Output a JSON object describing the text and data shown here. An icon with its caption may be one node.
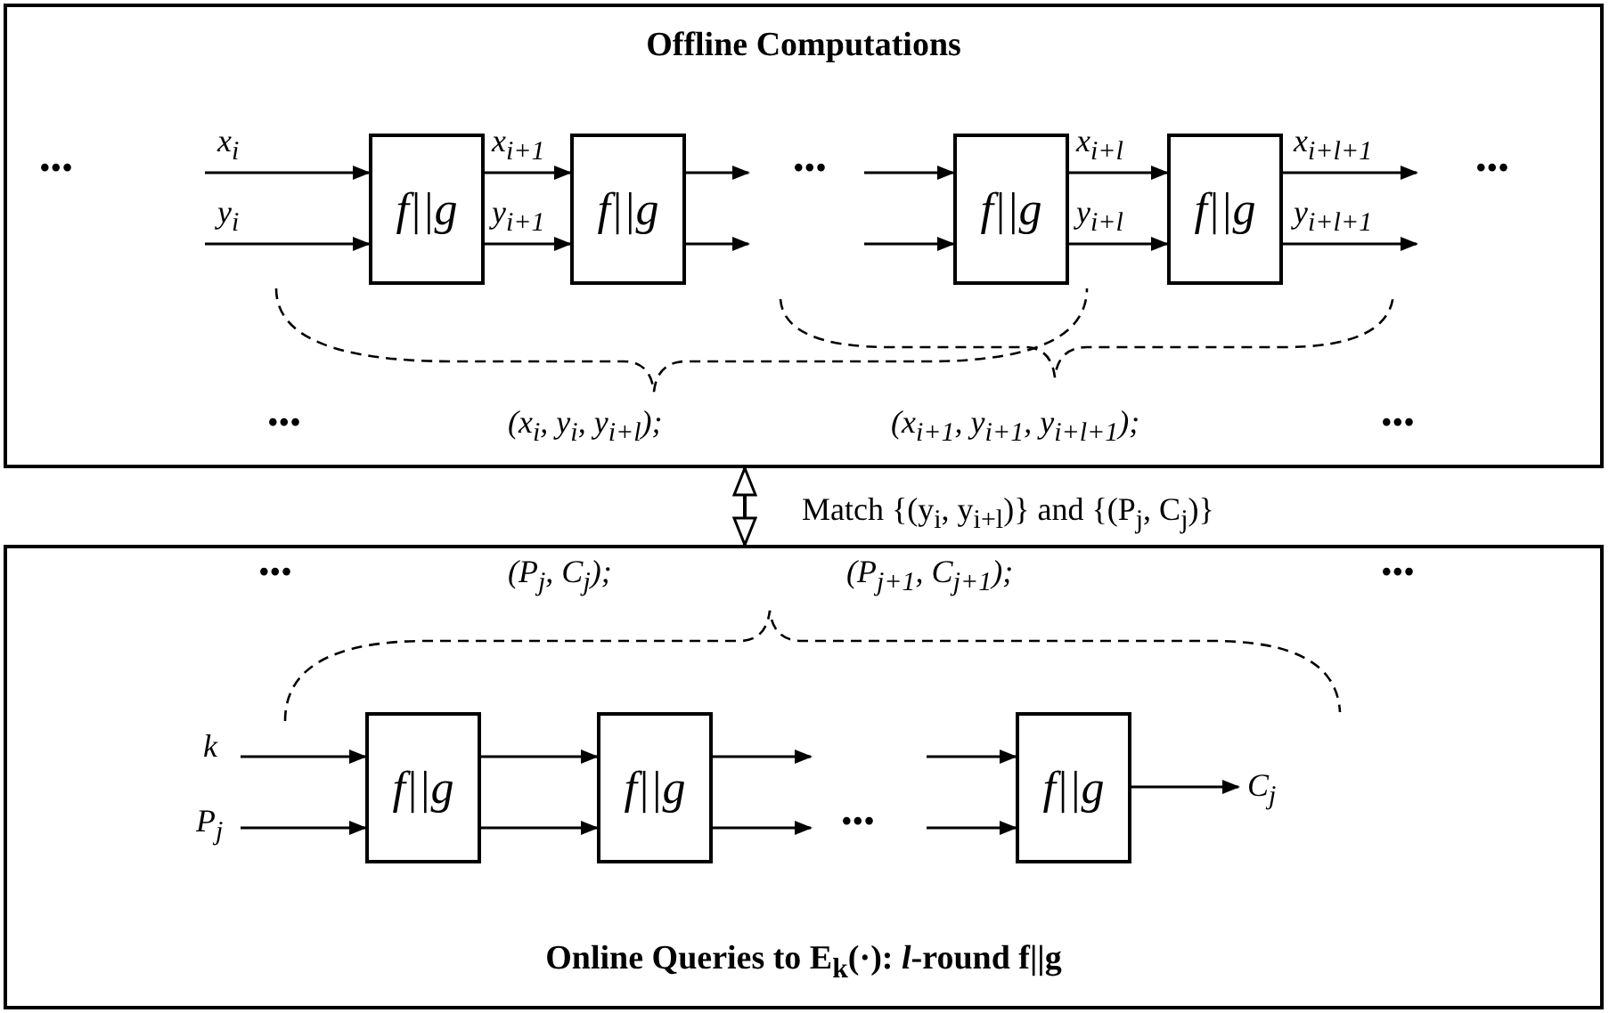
{
  "diagram": {
    "nodes": [
      {
        "text": [
          "Offline Computations"
        ]
      },
      {
        "text": [
          "f||g"
        ],
        "in": 0
      },
      {
        "text": [
          "f||g"
        ],
        "in": 0
      },
      {
        "text": [
          "f||g"
        ],
        "in": 0
      },
      {
        "text": [
          "f||g"
        ],
        "in": 0
      },
      {
        "text": [
          "Online Queries to E$_{k}$(·): *l*-round f||g"
        ]
      },
      {
        "text": [
          "f||g"
        ],
        "in": 5
      },
      {
        "text": [
          "f||g"
        ],
        "in": 5
      },
      {
        "text": [
          "f||g"
        ],
        "in": 5
      }
    ],
    "edges": [
      {
        "from": null,
        "to": 1,
        "arrow": "to",
        "label": "x$_{i}$"
      },
      {
        "from": null,
        "to": 1,
        "arrow": "to",
        "label": "y$_{i}$"
      },
      {
        "from": 1,
        "to": 2,
        "arrow": "to",
        "label": "x$_{i+1}$"
      },
      {
        "from": 1,
        "to": 2,
        "arrow": "to",
        "label": "y$_{i+1}$"
      },
      {
        "from": 2,
        "to": null,
        "arrow": "to"
      },
      {
        "from": 2,
        "to": null,
        "arrow": "to"
      },
      {
        "from": null,
        "to": 3,
        "arrow": "to"
      },
      {
        "from": null,
        "to": 3,
        "arrow": "to"
      },
      {
        "from": 3,
        "to": 4,
        "arrow": "to",
        "label": "x$_{i+l}$"
      },
      {
        "from": 3,
        "to": 4,
        "arrow": "to",
        "label": "y$_{i+l}$"
      },
      {
        "from": 4,
        "to": null,
        "arrow": "to",
        "label": "x$_{i+l+1}$"
      },
      {
        "from": 4,
        "to": null,
        "arrow": "to",
        "label": "y$_{i+l+1}$"
      },
      {
        "from": 0,
        "to": 5,
        "arrow": "both",
        "label": "Match {(y$_{i}$, y$_{i+l}$)} and {(P$_{j}$, C$_{j}$)}"
      },
      {
        "from": null,
        "to": 6,
        "arrow": "to",
        "label": "k"
      },
      {
        "from": null,
        "to": 6,
        "arrow": "to",
        "label": "P$_{j}$"
      },
      {
        "from": 6,
        "to": 7,
        "arrow": "to"
      },
      {
        "from": 6,
        "to": 7,
        "arrow": "to"
      },
      {
        "from": 7,
        "to": null,
        "arrow": "to"
      },
      {
        "from": 7,
        "to": null,
        "arrow": "to"
      },
      {
        "from": null,
        "to": 8,
        "arrow": "to"
      },
      {
        "from": null,
        "to": 8,
        "arrow": "to"
      },
      {
        "from": 8,
        "to": null,
        "arrow": "to",
        "label": "C$_{j}$"
      }
    ],
    "labels": [
      "•••",
      "•••",
      "•••",
      "•••",
      "(x$_{i}$, y$_{i}$, y$_{i+l}$);",
      "(x$_{i+1}$, y$_{i+1}$, y$_{i+l+1}$);",
      "•••",
      "•••",
      "(P$_{j}$, C$_{j}$);",
      "(P$_{j+1}$, C$_{j+1}$);",
      "•••",
      "•••"
    ]
  }
}
